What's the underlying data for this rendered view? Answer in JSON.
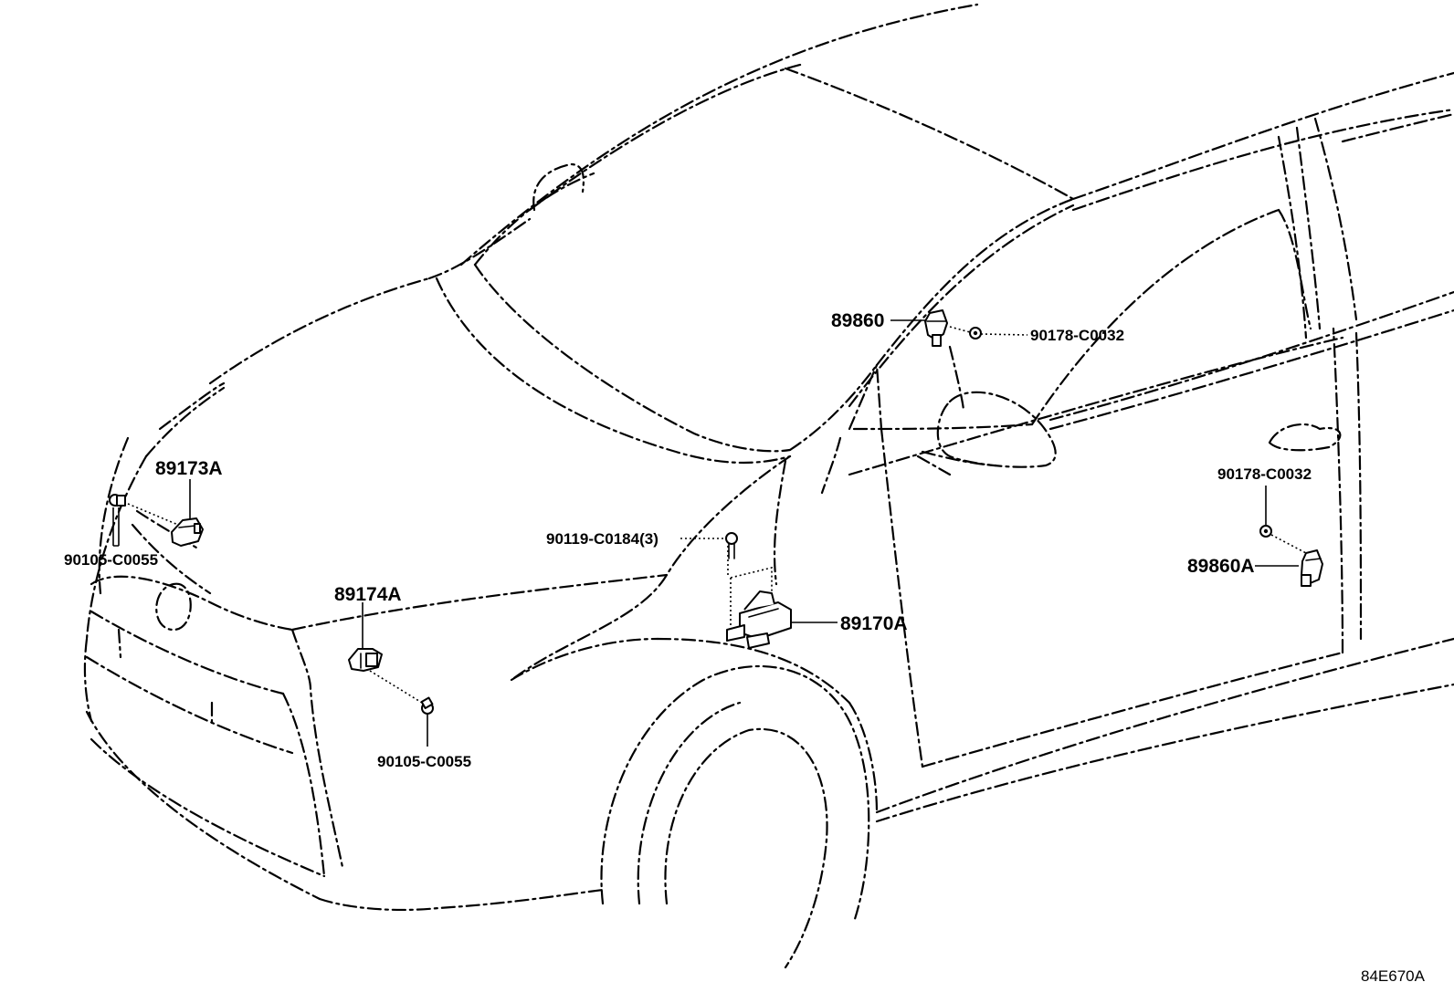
{
  "diagram": {
    "diagram_id": "84E670A",
    "callouts": {
      "p89860": "89860",
      "p90178_top": "90178-C0032",
      "p89173A": "89173A",
      "p90105_left": "90105-C0055",
      "p89174A": "89174A",
      "p90105_center": "90105-C0055",
      "p90119": "90119-C0184(3)",
      "p89170A": "89170A",
      "p90178_right": "90178-C0032",
      "p89860A": "89860A"
    }
  }
}
